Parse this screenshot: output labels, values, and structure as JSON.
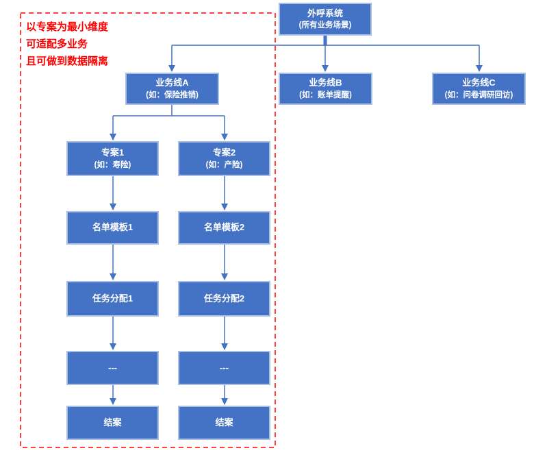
{
  "annotation": {
    "line1": "以专案为最小维度",
    "line2": "可适配多业务",
    "line3": "且可做到数据隔离"
  },
  "nodes": {
    "root": {
      "title": "外呼系统",
      "subtitle": "(所有业务场景)"
    },
    "lineA": {
      "title": "业务线A",
      "subtitle": "(如：保险推销)"
    },
    "lineB": {
      "title": "业务线B",
      "subtitle": "(如：账单提醒)"
    },
    "lineC": {
      "title": "业务线C",
      "subtitle": "(如：问卷调研回访)"
    },
    "case1": {
      "title": "专案1",
      "subtitle": "(如：寿险)"
    },
    "case2": {
      "title": "专案2",
      "subtitle": "(如：产险)"
    },
    "template1": {
      "title": "名单模板1"
    },
    "template2": {
      "title": "名单模板2"
    },
    "assign1": {
      "title": "任务分配1"
    },
    "assign2": {
      "title": "任务分配2"
    },
    "dots1": {
      "title": "---"
    },
    "dots2": {
      "title": "---"
    },
    "close1": {
      "title": "结案"
    },
    "close2": {
      "title": "结案"
    }
  },
  "colors": {
    "box_fill": "#4472c4",
    "box_border": "#a9bfe4",
    "connector": "#4472c4",
    "annotation_red": "#ff0000",
    "box_text": "#ffffff"
  }
}
